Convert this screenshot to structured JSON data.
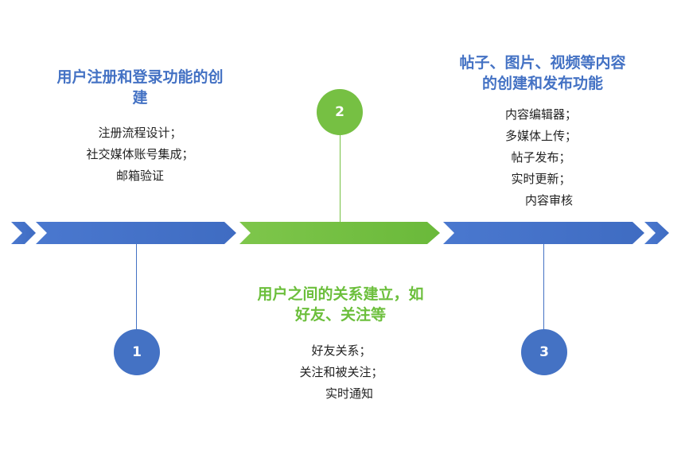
{
  "colors": {
    "blue": "#4472c4",
    "green": "#76c043",
    "text": "#222222"
  },
  "stages": [
    {
      "number": "1",
      "title": "用户注册和登录功能的创建",
      "title_line1": "用户注册和登录功能的创",
      "title_line2": "建",
      "items": [
        "注册流程设计；",
        "社交媒体账号集成；",
        "邮箱验证"
      ]
    },
    {
      "number": "2",
      "title_line1": "用户之间的关系建立，如",
      "title_line2": "好友、关注等",
      "items": [
        "好友关系；",
        "关注和被关注；",
        "实时通知"
      ]
    },
    {
      "number": "3",
      "title_line1": "帖子、图片、视频等内容",
      "title_line2": "的创建和发布功能",
      "items": [
        "内容编辑器；",
        "多媒体上传；",
        "帖子发布；",
        "实时更新；",
        "内容审核"
      ]
    }
  ]
}
